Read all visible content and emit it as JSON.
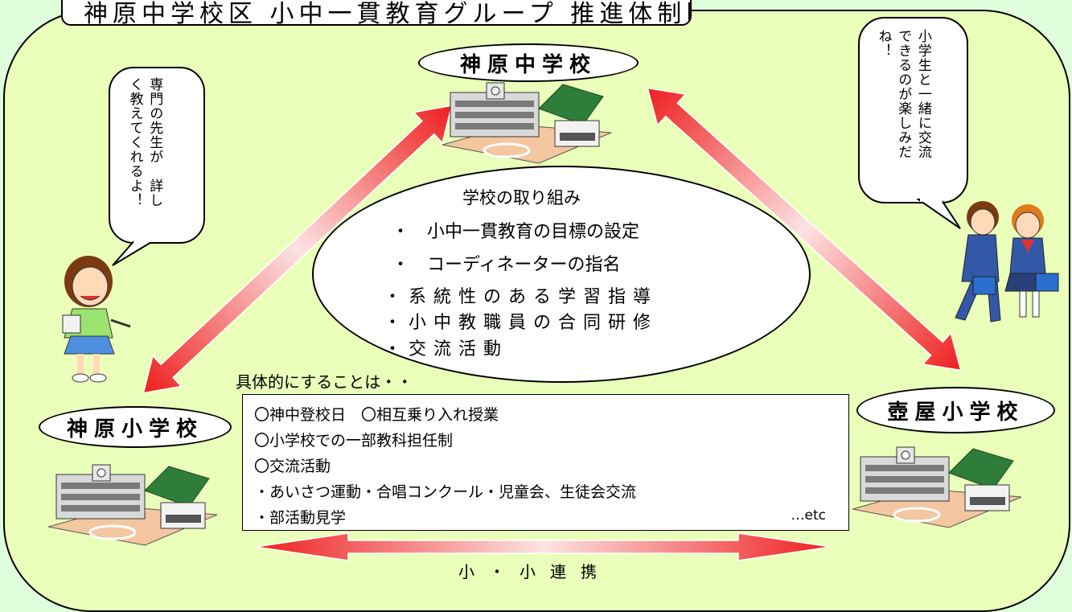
{
  "title_fragment": "神原中学校区 小中一貫教育グループ 推進体制図",
  "schools": {
    "junior_high": "神原中学校",
    "elem_left": "神原小学校",
    "elem_right": "壺屋小学校"
  },
  "speech": {
    "left": "専門の先生が　詳し\nく教えてくれるよ！",
    "right": "小学生と一緒に交流\nできるのが楽しみだ\nね！"
  },
  "efforts": {
    "title": "学校の取り組み",
    "items": [
      "・　小中一貫教育の目標の設定",
      "・　コーディネーターの指名",
      "・系統性のある学習指導",
      "・小中教職員の合同研修",
      "・交流活動"
    ]
  },
  "specifics": {
    "heading": "具体的にすることは・・",
    "lines": [
      "〇神中登校日　〇相互乗り入れ授業",
      "〇小学校での一部教科担任制",
      "〇交流活動",
      "・あいさつ運動・合唱コンクール・児童会、生徒会交流",
      "・部活動見学"
    ],
    "etc": "…etc"
  },
  "bottom_arrow_label": "小・小連携",
  "colors": {
    "background": "#dfffdc",
    "panel": "#eaffb9",
    "arrow_red": "#ee1f1f",
    "arrow_light": "#fde3e3"
  }
}
